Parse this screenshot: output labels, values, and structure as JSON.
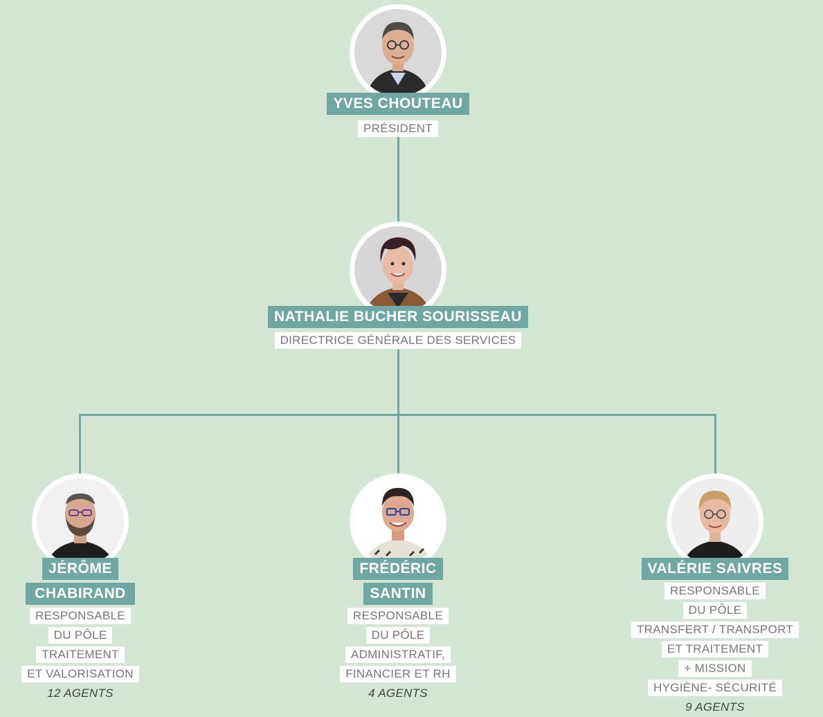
{
  "colors": {
    "background": "#d3e6d4",
    "accent": "#6fa8a3",
    "role_bg": "#ffffff",
    "role_text": "#777777"
  },
  "president": {
    "name": "YVES CHOUTEAU",
    "role_lines": [
      "PRÉSIDENT"
    ],
    "photo": "portrait-photo"
  },
  "director": {
    "name": "NATHALIE BUCHER SOURISSEAU",
    "role_lines": [
      "DIRECTRICE GÉNÉRALE DES SERVICES"
    ],
    "photo": "portrait-photo"
  },
  "heads": [
    {
      "name_lines": [
        "JÉRÔME",
        "CHABIRAND"
      ],
      "role_lines": [
        "RESPONSABLE",
        "DU PÔLE",
        "TRAITEMENT",
        "ET VALORISATION"
      ],
      "agents": "12 AGENTS",
      "photo": "portrait-photo"
    },
    {
      "name_lines": [
        "FRÉDÉRIC",
        "SANTIN"
      ],
      "role_lines": [
        "RESPONSABLE",
        "DU PÔLE",
        "ADMINISTRATIF,",
        "FINANCIER ET RH"
      ],
      "agents": "4 AGENTS",
      "photo": "portrait-photo"
    },
    {
      "name_lines": [
        "VALÉRIE SAIVRES"
      ],
      "role_lines": [
        "RESPONSABLE",
        "DU PÔLE",
        "TRANSFERT / TRANSPORT",
        "ET TRAITEMENT",
        "+ MISSION",
        "HYGIÈNE- SÉCURITÉ"
      ],
      "agents": "9 AGENTS",
      "photo": "portrait-photo"
    }
  ]
}
